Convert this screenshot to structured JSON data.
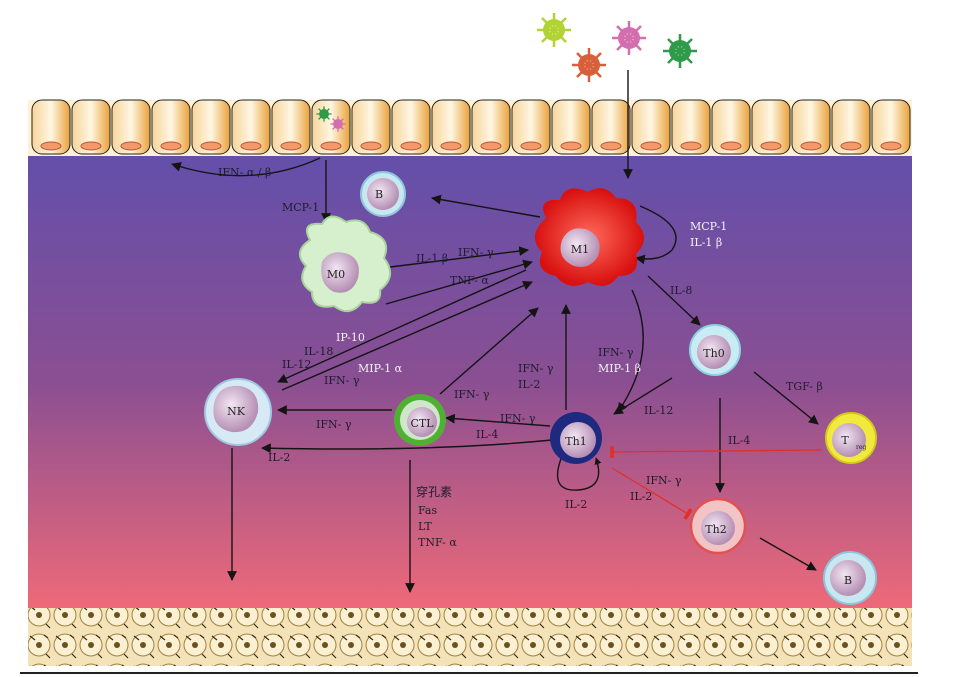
{
  "cells": {
    "b_top": "B",
    "m0": "M0",
    "m1": "M1",
    "th0": "Th0",
    "treg": "T",
    "treg_sub": "reg",
    "nk": "NK",
    "ctl": "CTL",
    "th1": "Th1",
    "th2": "Th2",
    "b_bottom": "B"
  },
  "labels": {
    "ifn_ab": "IFN- α / β",
    "mcp1_left": "MCP-1",
    "mcp1_right": "MCP-1",
    "il1b_right": "IL-1 β",
    "il1b_mid": "IL-1 β",
    "ifng_mid": "IFN- γ",
    "tnfa_mid": "TNF- α",
    "il8": "IL-8",
    "ip10": "IP-10",
    "il18": "IL-18",
    "il12_left": "IL-12",
    "mip1a": "MIP-1 α",
    "ifng_nk": "IFN- γ",
    "ifng_ctl_m1": "IFN- γ",
    "ifng_th1_m1": "IFN- γ",
    "il2_th1_m1": "IL-2",
    "ifng_m1_th1": "IFN- γ",
    "mip1b": "MIP-1 β",
    "il12_right": "IL-12",
    "tgfb": "TGF- β",
    "ifng_ctl_nk": "IFN- γ",
    "ifng_th1_ctl": "IFN- γ",
    "il4_th1_ctl": "IL-4",
    "il4_treg": "IL-4",
    "il2_nk": "IL-2",
    "il2_loop": "IL-2",
    "ifng_th2": "IFN- γ",
    "il2_th2": "IL-2",
    "perforin": "穿孔素",
    "fas": "Fas",
    "lt": "LT",
    "tnfa_ctl": "TNF- α"
  },
  "colors": {
    "bg_top": "#5a4fb0",
    "bg_bottom": "#f06a78",
    "epithelium": "#f2b24a",
    "m1": "#e8231e",
    "m0": "#c8e8c0",
    "ctl_ring": "#4fb034",
    "th1": "#1e2a80",
    "th2_ring": "#e25050",
    "treg_ring": "#e8e028",
    "th0": "#a8dcea",
    "inhibit": "#e0302e"
  }
}
